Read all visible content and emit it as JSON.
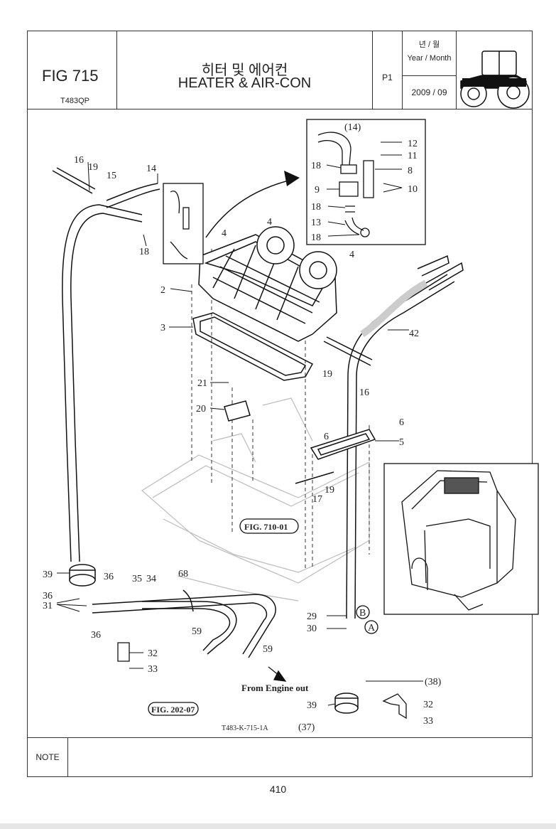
{
  "header": {
    "fig_number": "FIG 715",
    "model_code": "T483QP",
    "title_korean": "히터 및 에어컨",
    "title_english": "HEATER & AIR-CON",
    "page_code": "P1",
    "year_month_korean": "년 / 월",
    "year_month_label": "Year / Month",
    "year_month_value": "2009  / 09",
    "thumbnail_icon": "tractor-icon"
  },
  "diagram": {
    "callouts": [
      "(14)",
      "12",
      "11",
      "8",
      "10",
      "9",
      "18",
      "18",
      "13",
      "18",
      "16",
      "19",
      "15",
      "14",
      "4",
      "4",
      "4",
      "18",
      "2",
      "3",
      "42",
      "19",
      "16",
      "21",
      "20",
      "6",
      "6",
      "5",
      "19",
      "17",
      "39",
      "36",
      "35",
      "34",
      "68",
      "36",
      "31",
      "36",
      "32",
      "33",
      "59",
      "59",
      "29",
      "30",
      "B",
      "A",
      "(38)",
      "39",
      "32",
      "(37)",
      "33"
    ],
    "fig_refs": [
      "FIG. 710-01",
      "FIG. 202-07"
    ],
    "annotation": "From Engine out",
    "drawing_code": "T483-K-715-1A"
  },
  "footer": {
    "note_label": "NOTE",
    "page_number": "410"
  }
}
